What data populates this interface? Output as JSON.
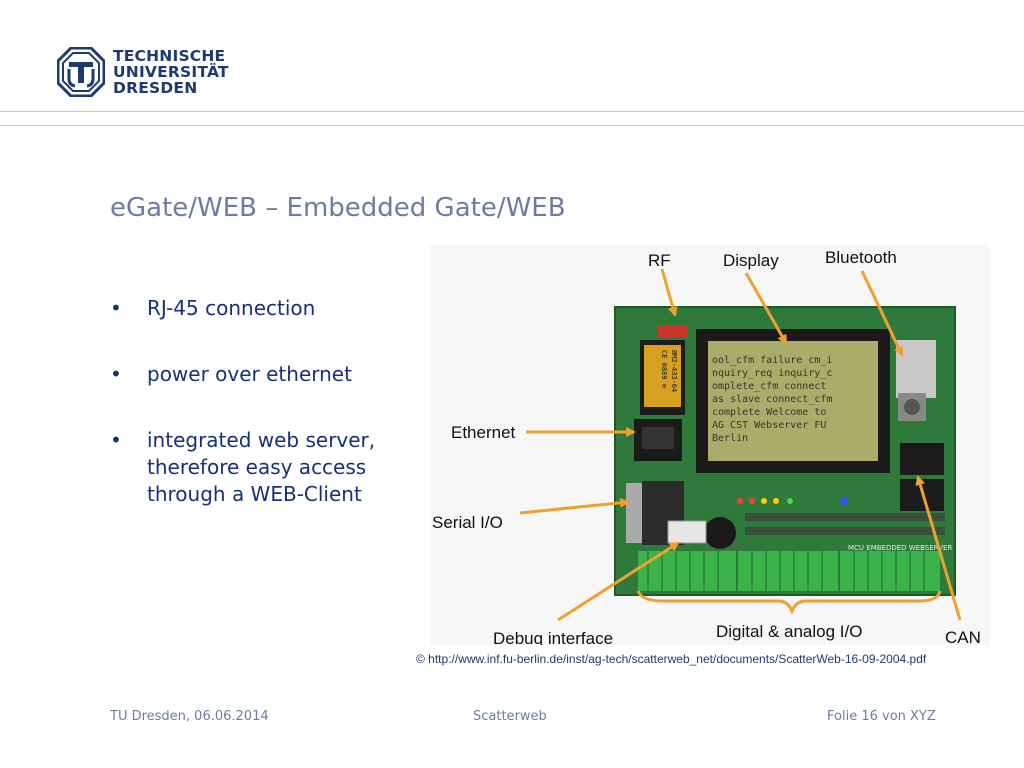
{
  "header": {
    "logo_lines": [
      "TECHNISCHE",
      "UNIVERSITÄT",
      "DRESDEN"
    ]
  },
  "slide": {
    "title": "eGate/WEB – Embedded Gate/WEB",
    "bullets": [
      {
        "lines": [
          "RJ-45 connection"
        ]
      },
      {
        "lines": [
          "power over ethernet"
        ]
      },
      {
        "lines": [
          "integrated web server,",
          "therefore easy access",
          "through a WEB-Client"
        ]
      }
    ],
    "bullet_symbol": "•"
  },
  "figure": {
    "labels": {
      "rf": "RF",
      "display": "Display",
      "bluetooth": "Bluetooth",
      "ethernet": "Ethernet",
      "serial": "Serial I/O",
      "debug": "Debug interface",
      "digital": "Digital & analog I/O",
      "can": "CAN"
    },
    "lcd_lines": [
      "ool_cfm failure  cm_i",
      "nquiry_req  inquiry_c",
      "omplete_cfm  connect",
      "as slave  connect_cfm",
      " complete  Welcome to",
      " AG CST Webserver  FU",
      " Berlin"
    ],
    "chip_text": [
      "BM2-433-64",
      "CE 0889 ⊖"
    ],
    "board_print": "MCU  EMBEDDED  WEBSERVER",
    "credit": "© http://www.inf.fu-berlin.de/inst/ag-tech/scatterweb_net/documents/ScatterWeb-16-09-2004.pdf",
    "colors": {
      "arrow": "#f0a030",
      "pcb": "#2f7a3a",
      "lcd": "#a8ad6a"
    }
  },
  "footer": {
    "left": "TU Dresden, 06.06.2014",
    "center": "Scatterweb",
    "right": "Folie 16 von XYZ"
  }
}
